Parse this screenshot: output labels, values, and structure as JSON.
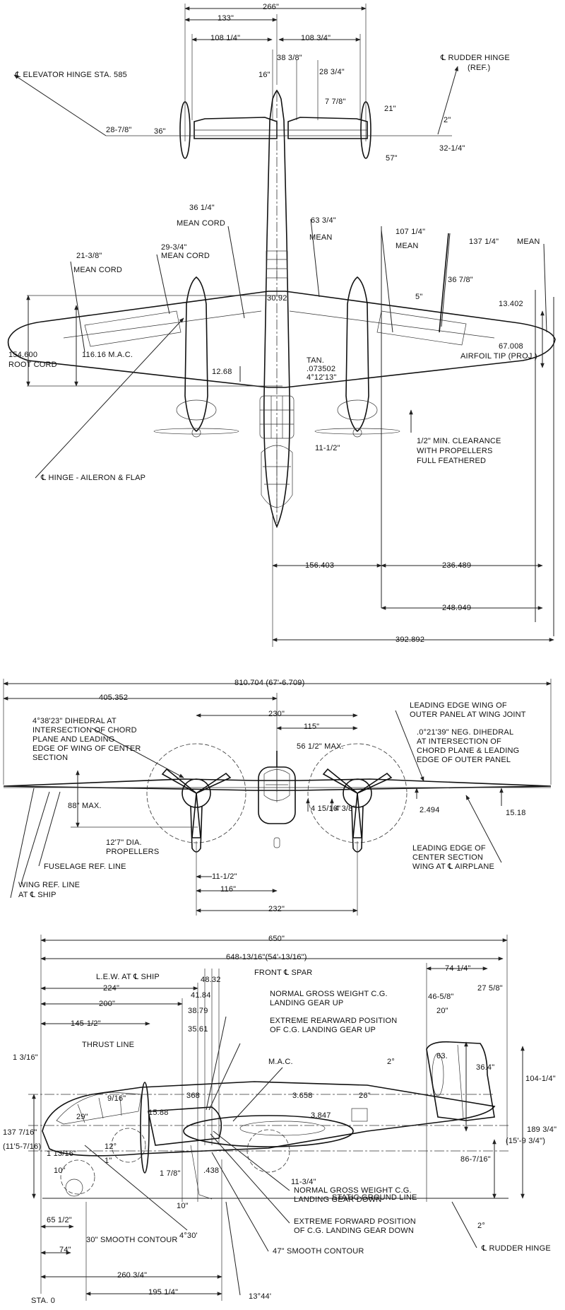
{
  "top_view": {
    "dims": [
      "266\"",
      "133\"",
      "108 1/4\"",
      "108 3/4\"",
      "38 3/8\"",
      "16\"",
      "28 3/4\"",
      "7 7/8\"",
      "21\"",
      "2\"",
      "28-7/8\"",
      "36\"",
      "32-1/4\"",
      "57\"",
      "36 1/4\"",
      "63 3/4\"",
      "107 1/4\"",
      "137 1/4\"",
      "21-3/8\"",
      "29-3/4\"",
      "36 7/8\"",
      "5\"",
      "13.402",
      "30.92",
      "154.600",
      "116.16 M.A.C.",
      "67.008",
      "12.68",
      "TAN.",
      ".073502",
      "4°12'13\"",
      "11-1/2\"",
      "156.403",
      "236.489",
      "248.949",
      "392.892"
    ],
    "notes": [
      "℄ ELEVATOR HINGE STA. 585",
      "℄ RUDDER HINGE",
      "(REF.)",
      "MEAN CORD",
      "MEAN CORD",
      "MEAN",
      "MEAN",
      "MEAN",
      "MEAN CORD",
      "ROOT CORD",
      "AIRFOIL TIP (PROJ.)",
      "1/2\" MIN. CLEARANCE",
      "WITH PROPELLERS",
      "FULL FEATHERED",
      "℄ HINGE - AILERON & FLAP"
    ]
  },
  "front_view": {
    "dims": [
      "810.704 (67'-6.709)",
      "405.352",
      "230\"",
      "115\"",
      "56 1/2\" MAX.",
      "88\" MAX.",
      "4 15/16\"",
      "4 3/8\"",
      "2.494",
      "15.18",
      "11-1/2\"",
      "116\"",
      "232\""
    ],
    "notes": [
      "4°38'23\" DIHEDRAL AT",
      "INTERSECTION OF CHORD",
      "PLANE AND LEADING",
      "EDGE OF WING OF CENTER",
      "SECTION",
      "LEADING EDGE WING OF",
      "OUTER PANEL AT WING JOINT",
      ".0°21'39\" NEG. DIHEDRAL",
      "AT INTERSECTION OF",
      "CHORD PLANE & LEADING",
      "EDGE OF OUTER PANEL",
      "12'7\" DIA.",
      "PROPELLERS",
      "FUSELAGE REF. LINE",
      "WING REF. LINE",
      "AT ℄ SHIP",
      "LEADING EDGE OF",
      "CENTER SECTION",
      "WING AT ℄ AIRPLANE"
    ]
  },
  "side_view": {
    "dims": [
      "650\"",
      "648-13/16\"(54'-13/16\")",
      "74-1/4\"",
      "224\"",
      "200\"",
      "145-1/2\"",
      "48.32",
      "41.84",
      "38.79",
      "35.61",
      "46-5/8\"",
      "27 5/8\"",
      "20\"",
      "1 3/16\"",
      "63.",
      "36.4\"",
      "104-1/4\"",
      "2°",
      "9/16\"",
      "15.88",
      "368",
      "3.658",
      "3.847",
      "26\"",
      "137 7/16\"",
      "(11'5-7/16)",
      "189 3/4\"",
      "(15'-9 3/4\")",
      "29\"",
      "1 13/16\"",
      "12°",
      "1\"",
      "10\"",
      "1 7/8\"",
      ".438",
      "86-7/16\"",
      "11-3/4\"",
      "10\"",
      "65 1/2\"",
      "4°30'",
      "74\"",
      "2°",
      "260 3/4\"",
      "195 1/4\"",
      "13°44'"
    ],
    "notes": [
      "L.E.W. AT ℄ SHIP",
      "FRONT ℄ SPAR",
      "NORMAL GROSS WEIGHT C.G.",
      "LANDING GEAR UP",
      "EXTREME REARWARD POSITION",
      "OF C.G. LANDING GEAR UP",
      "THRUST LINE",
      "M.A.C.",
      "STATIC GROUND LINE",
      "NORMAL GROSS WEIGHT C.G.",
      "LANDING GEAR DOWN",
      "EXTREME FORWARD POSITION",
      "OF C.G. LANDING GEAR DOWN",
      "47\" SMOOTH CONTOUR",
      "30\" SMOOTH CONTOUR",
      "℄ RUDDER HINGE",
      "STA. 0"
    ]
  }
}
